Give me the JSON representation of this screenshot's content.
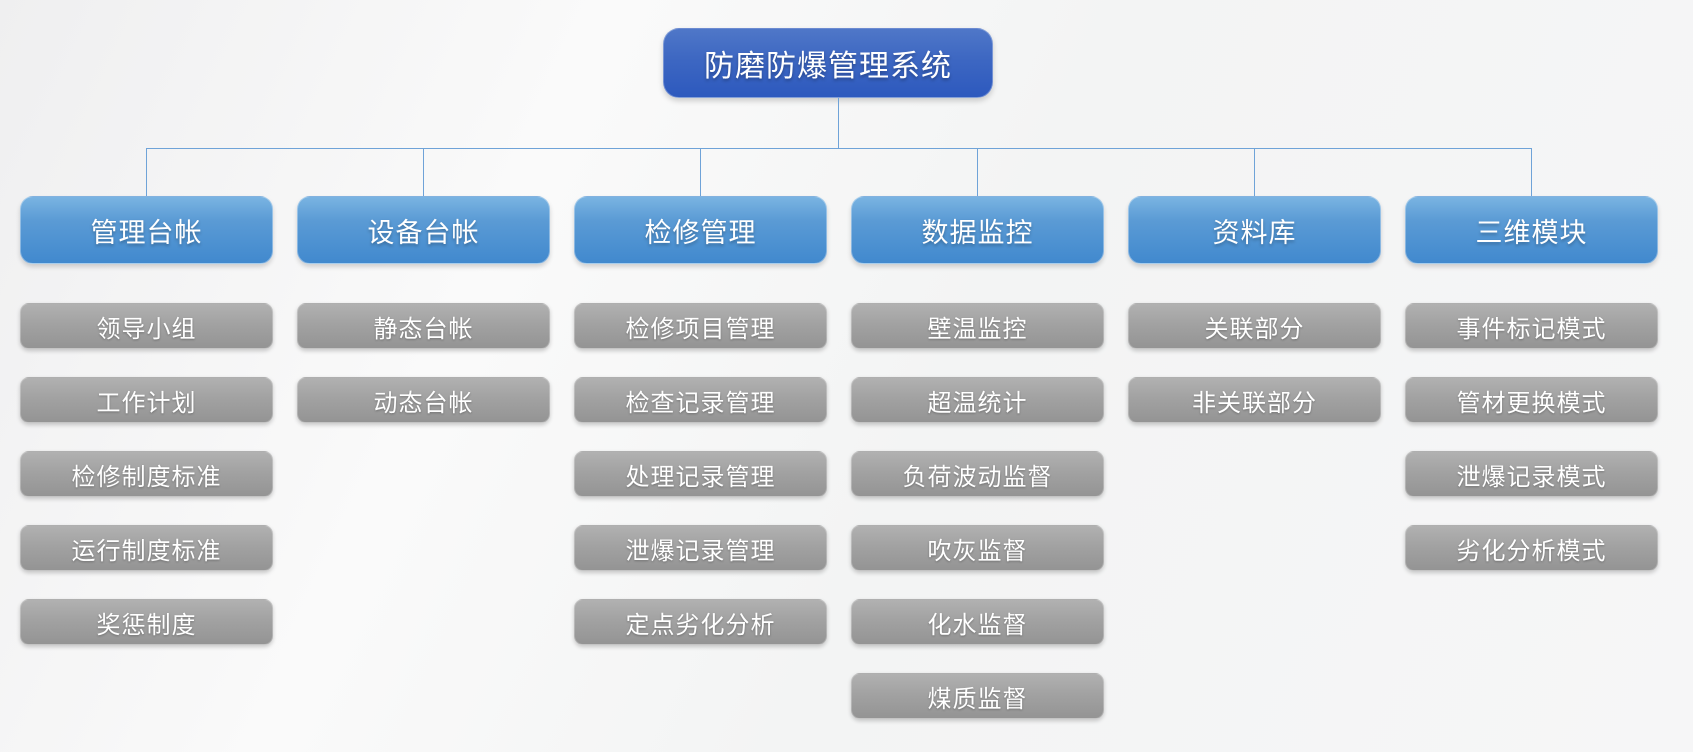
{
  "root": {
    "label": "防磨防爆管理系统"
  },
  "branches": [
    {
      "label": "管理台帐",
      "children": [
        "领导小组",
        "工作计划",
        "检修制度标准",
        "运行制度标准",
        "奖惩制度"
      ]
    },
    {
      "label": "设备台帐",
      "children": [
        "静态台帐",
        "动态台帐"
      ]
    },
    {
      "label": "检修管理",
      "children": [
        "检修项目管理",
        "检查记录管理",
        "处理记录管理",
        "泄爆记录管理",
        "定点劣化分析"
      ]
    },
    {
      "label": "数据监控",
      "children": [
        "壁温监控",
        "超温统计",
        "负荷波动监督",
        "吹灰监督",
        "化水监督",
        "煤质监督"
      ]
    },
    {
      "label": "资料库",
      "children": [
        "关联部分",
        "非关联部分"
      ]
    },
    {
      "label": "三维模块",
      "children": [
        "事件标记模式",
        "管材更换模式",
        "泄爆记录模式",
        "劣化分析模式"
      ]
    }
  ],
  "colors": {
    "root_gradient_top": "#4F77C8",
    "root_gradient_bottom": "#2D59BE",
    "branch_gradient_top": "#7AB4E2",
    "branch_gradient_bottom": "#4189CE",
    "leaf_gradient_top": "#B1B1B1",
    "leaf_gradient_bottom": "#949494",
    "connector": "#6FA3D8",
    "text": "#FFFFFF",
    "background": "#F5F5F6"
  }
}
